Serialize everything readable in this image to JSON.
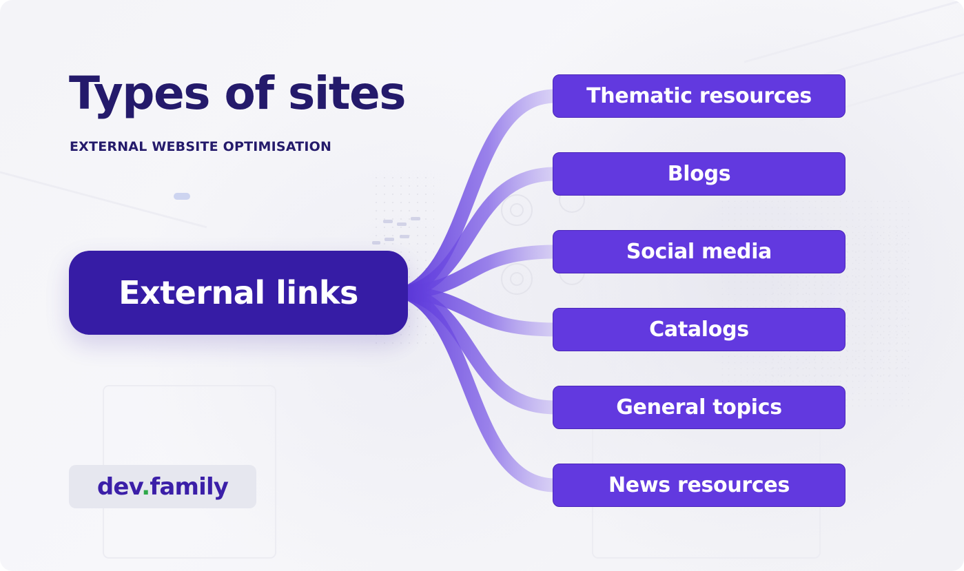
{
  "header": {
    "title": "Types of sites",
    "subtitle": "EXTERNAL WEBSITE OPTIMISATION"
  },
  "diagram": {
    "center": "External links",
    "branches": [
      {
        "label": "Thematic resources"
      },
      {
        "label": "Blogs"
      },
      {
        "label": "Social media"
      },
      {
        "label": "Catalogs"
      },
      {
        "label": "General topics"
      },
      {
        "label": "News resources"
      }
    ]
  },
  "logo": {
    "brand_part1": "dev",
    "brand_dot": ".",
    "brand_part2": "family"
  },
  "colors": {
    "title_text": "#241a6b",
    "center_fill": "#361ca5",
    "branch_fill": "#6239df",
    "branch_border": "#4a26b8",
    "connector": "#6a4cdf",
    "logo_bg": "#e6e7ef",
    "logo_text": "#3b1fa8",
    "logo_dot": "#2ea84a"
  }
}
